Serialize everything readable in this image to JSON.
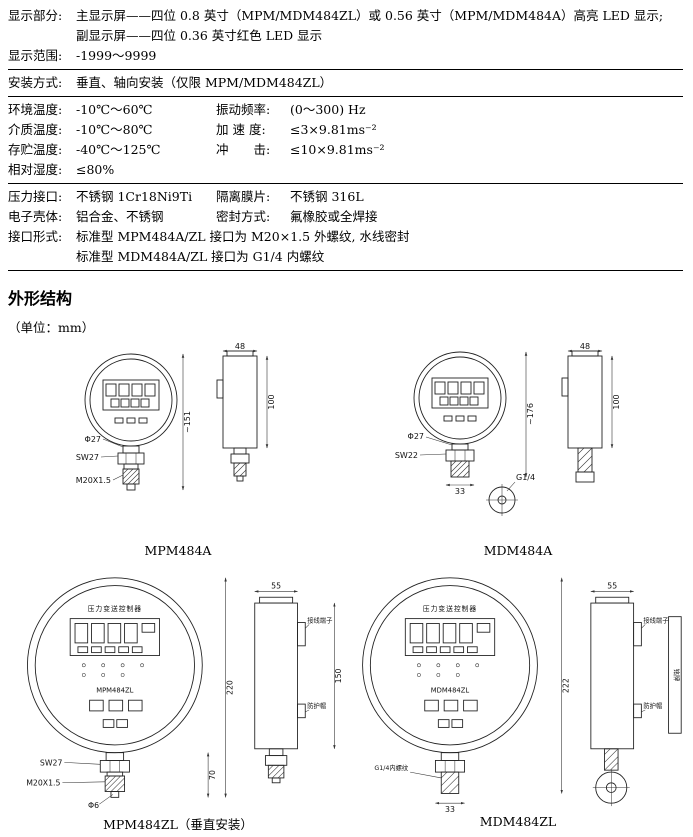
{
  "page": {
    "section_heading": "外形结构",
    "unit_note": "（单位：mm）"
  },
  "spec_rows": [
    {
      "label": "显示部分:",
      "value": "主显示屏——四位 0.8 英寸（MPM/MDM484ZL）或 0.56 英寸（MPM/MDM484A）高亮 LED 显示;"
    },
    {
      "label": "",
      "value": "副显示屏——四位 0.36 英寸红色 LED 显示"
    },
    {
      "label": "显示范围:",
      "value": "-1999～9999"
    },
    {
      "label": "安装方式:",
      "value": "垂直、轴向安装（仅限 MPM/MDM484ZL）"
    },
    {
      "label": "环境温度:",
      "value": "-10℃～60℃",
      "label2": "振动频率:",
      "value2": "(0～300) Hz"
    },
    {
      "label": "介质温度:",
      "value": "-10℃～80℃",
      "label2": "加 速 度:",
      "value2": "≤3×9.81ms⁻²"
    },
    {
      "label": "存贮温度:",
      "value": "-40℃～125℃",
      "label2": "冲　　击:",
      "value2": "≤10×9.81ms⁻²"
    },
    {
      "label": "相对湿度:",
      "value": "≤80%"
    },
    {
      "label": "压力接口:",
      "value": "不锈钢 1Cr18Ni9Ti",
      "label2": "隔离膜片:",
      "value2": "不锈钢 316L"
    },
    {
      "label": "电子壳体:",
      "value": "铝合金、不锈钢",
      "label2": "密封方式:",
      "value2": "氟橡胶或全焊接"
    },
    {
      "label": "接口形式:",
      "value": "标准型 MPM484A/ZL 接口为 M20×1.5 外螺纹, 水线密封"
    },
    {
      "label": "",
      "value": "标准型 MDM484A/ZL 接口为 G1/4 内螺纹"
    }
  ],
  "drawings": {
    "mpm484a": {
      "caption": "MPM484A",
      "labels": {
        "depth": "48",
        "body_height": "100",
        "overall_height": "~151",
        "neck_dia": "Φ27",
        "hex": "SW27",
        "thread": "M20X1.5"
      }
    },
    "mdm484a": {
      "caption": "MDM484A",
      "labels": {
        "depth": "48",
        "body_height": "100",
        "overall_height": "~176",
        "neck_dia": "Φ27",
        "hex": "SW22",
        "across": "33",
        "port": "G1/4"
      }
    },
    "mpm484zl": {
      "caption": "MPM484ZL（垂直安装）",
      "face_title": "压力变送控制器",
      "model": "MPM484ZL",
      "labels": {
        "overall_height": "220",
        "stem_height": "70",
        "hex": "SW27",
        "thread": "M20X1.5",
        "tip_dia": "Φ6",
        "depth": "55",
        "side_height": "150",
        "terminal": "接线端子",
        "cap": "防护帽"
      }
    },
    "mdm484zl": {
      "caption": "MDM484ZL",
      "face_title": "压力变送控制器",
      "model": "MDM484ZL",
      "labels": {
        "overall_height": "222",
        "port": "G1/4内螺纹",
        "across": "33",
        "depth": "55",
        "terminal": "接线端子",
        "cap": "防护帽",
        "nameplate": "铭牌"
      }
    }
  }
}
